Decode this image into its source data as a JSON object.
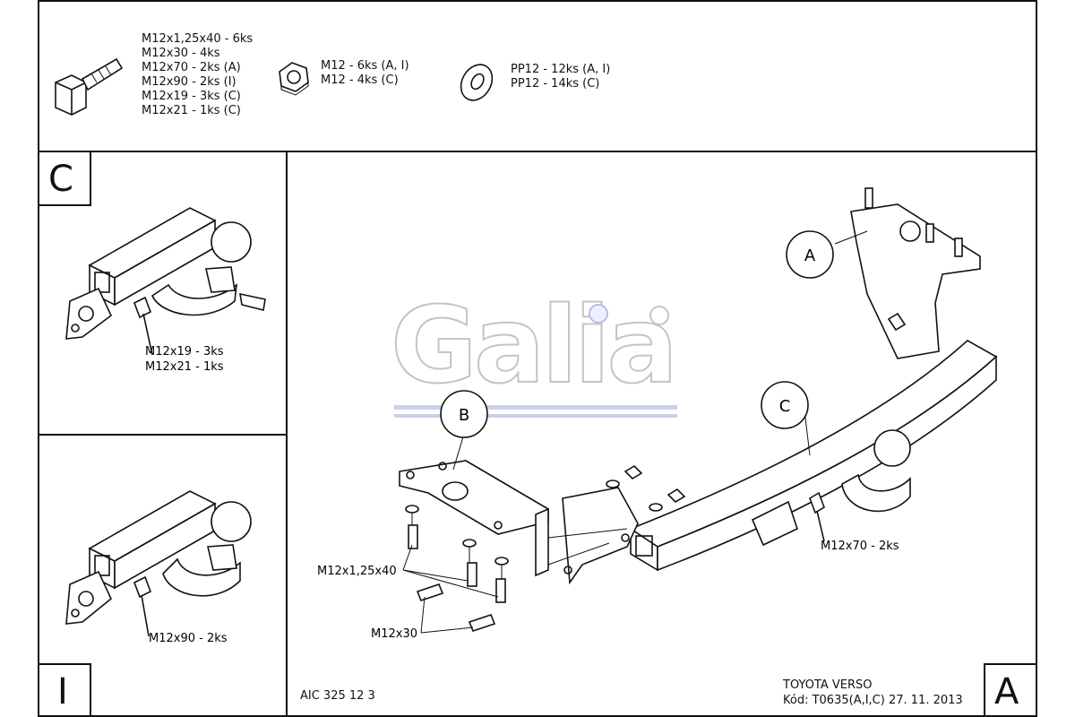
{
  "parts": {
    "bolt_lines": [
      "M12x1,25x40 - 6ks",
      "M12x30 - 4ks",
      "M12x70 - 2ks (A)",
      "M12x90 - 2ks (I)",
      "M12x19 - 3ks (C)",
      "M12x21 - 1ks (C)"
    ],
    "nut_lines": [
      "M12 - 6ks (A, I)",
      "M12 - 4ks (C)"
    ],
    "washer_lines": [
      "PP12 - 12ks (A, I)",
      "PP12 - 14ks (C)"
    ]
  },
  "panel_c": {
    "letter": "C",
    "label1": "M12x19 - 3ks",
    "label2": "M12x21 - 1ks"
  },
  "panel_i": {
    "letter": "I",
    "label": "M12x90 - 2ks"
  },
  "main": {
    "logo": "Galia",
    "callout_a": "A",
    "callout_b": "B",
    "callout_c": "C",
    "label_m12x70": "M12x70 - 2ks",
    "label_m12x125x40": "M12x1,25x40",
    "label_m12x30": "M12x30",
    "code": "AIC 325 12 3",
    "vehicle": "TOYOTA VERSO",
    "kod": "Kód: T0635(A,I,C)  27. 11. 2013",
    "variant": "A"
  }
}
